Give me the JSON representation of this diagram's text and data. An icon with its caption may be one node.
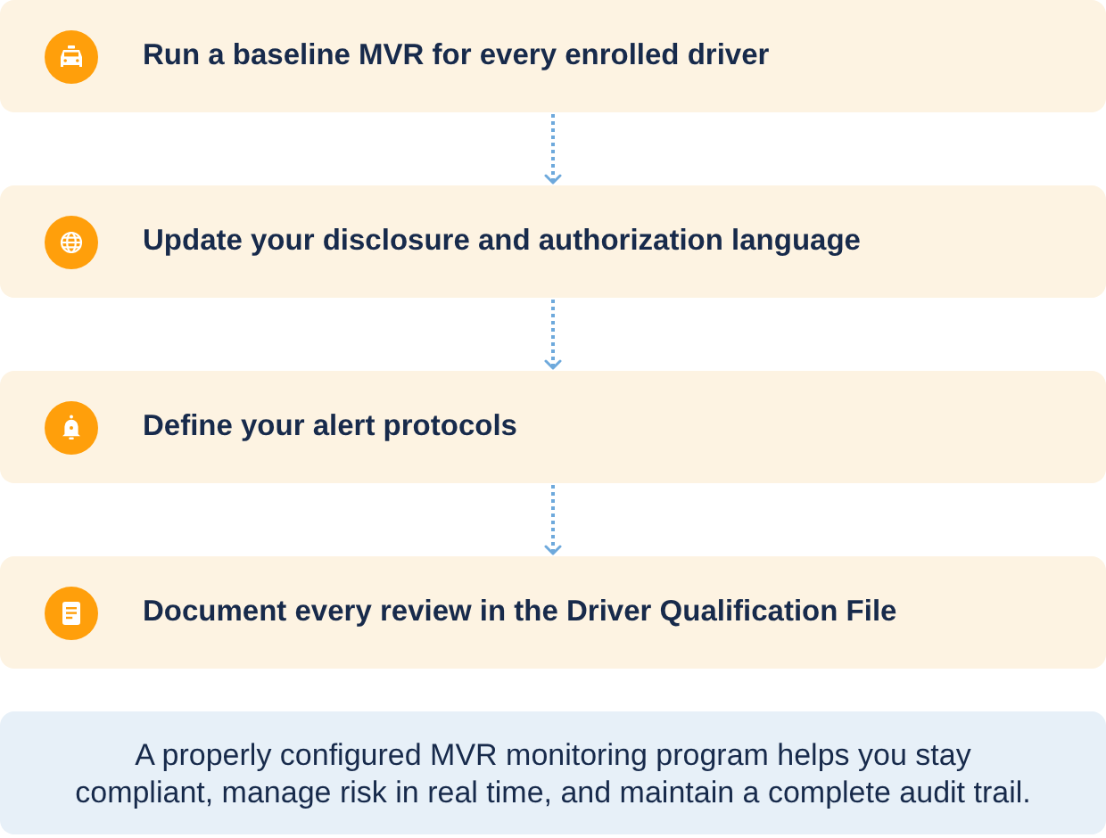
{
  "diagram": {
    "nodes": [
      {
        "text": [
          "Run a baseline MVR for every enrolled driver"
        ]
      },
      {
        "text": [
          "Update your disclosure and authorization language"
        ]
      },
      {
        "text": [
          "Define your alert protocols"
        ]
      },
      {
        "text": [
          "Document every review in the Driver Qualification File"
        ]
      },
      {
        "text": [
          "A properly configured MVR monitoring program helps you stay compliant, manage risk in real time, and maintain a complete audit trail."
        ]
      }
    ],
    "edges": [
      {
        "from": 0,
        "to": 1,
        "arrow": "to",
        "style": "dashed"
      },
      {
        "from": 1,
        "to": 2,
        "arrow": "to",
        "style": "dashed"
      },
      {
        "from": 2,
        "to": 3,
        "arrow": "to",
        "style": "dashed"
      }
    ]
  }
}
